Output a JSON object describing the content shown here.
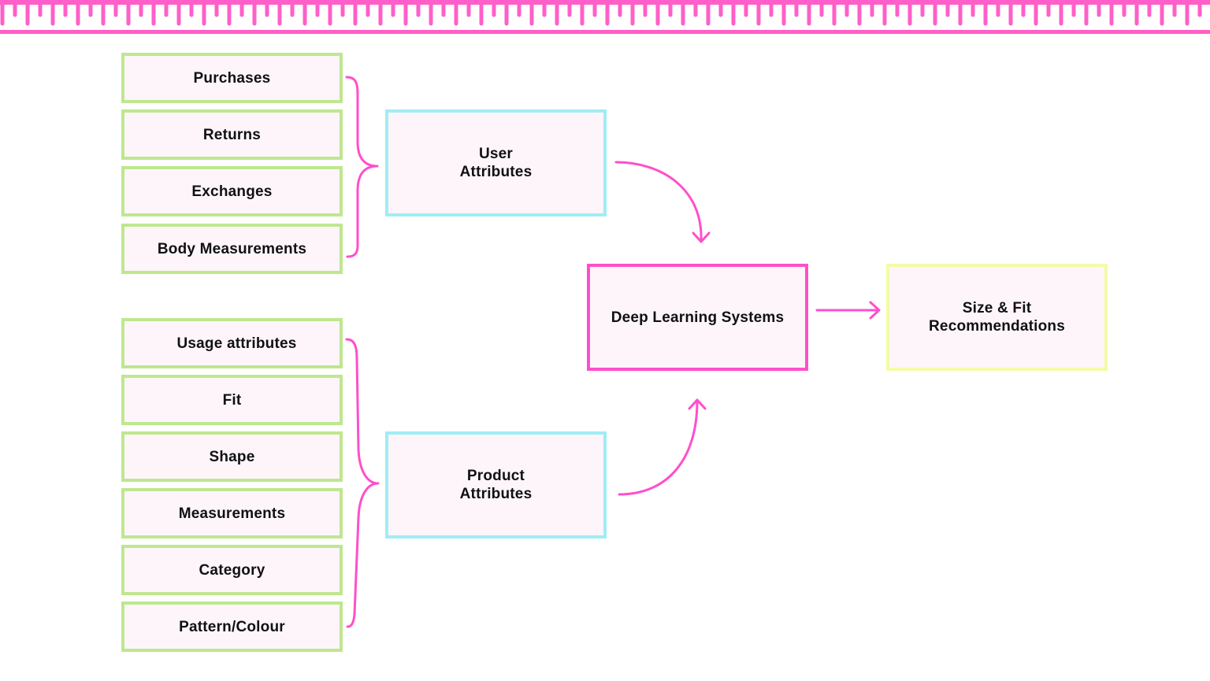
{
  "colors": {
    "accent": "#ff4fcb",
    "source_border": "#bfe78f",
    "group_border": "#9fedf5",
    "output_border": "#f4fba6",
    "node_fill": "#fdf5fa",
    "text": "#111111"
  },
  "ruler": {
    "icon": "measuring-tape-ruler"
  },
  "user_inputs": {
    "items": [
      "Purchases",
      "Returns",
      "Exchanges",
      "Body Measurements"
    ]
  },
  "product_inputs": {
    "items": [
      "Usage attributes",
      "Fit",
      "Shape",
      "Measurements",
      "Category",
      "Pattern/Colour"
    ]
  },
  "groups": {
    "user": "User\nAttributes",
    "product": "Product\nAttributes"
  },
  "core": {
    "label": "Deep Learning Systems"
  },
  "output": {
    "label": "Size & Fit\nRecommendations"
  }
}
